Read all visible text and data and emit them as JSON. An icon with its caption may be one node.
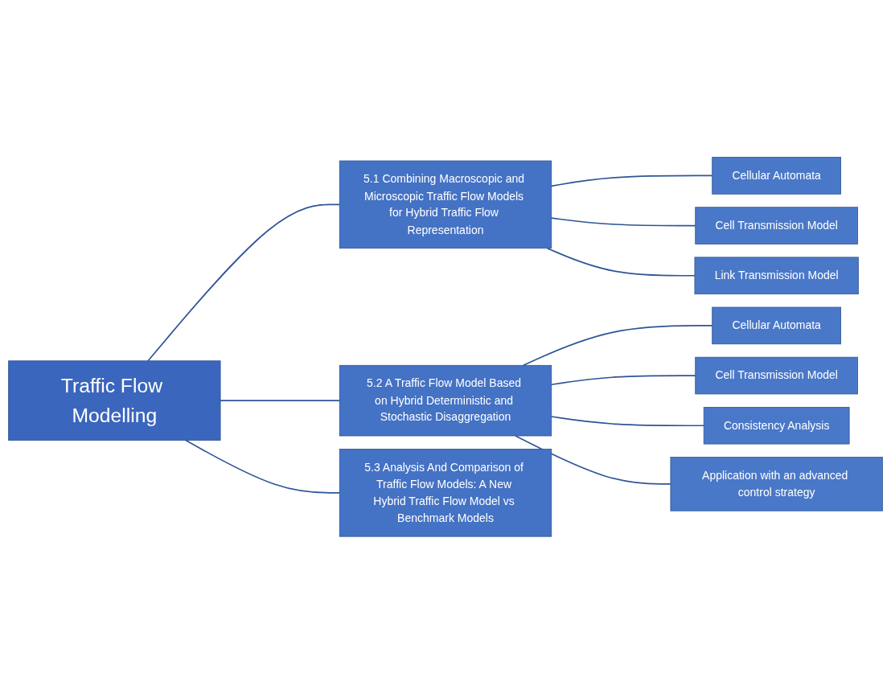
{
  "diagram": {
    "nodes": [
      {
        "text": [
          "Traffic Flow Modelling"
        ]
      },
      {
        "text": [
          "5.1 Combining Macroscopic and Microscopic Traffic Flow Models for Hybrid Traffic Flow Representation"
        ]
      },
      {
        "text": [
          "Cellular Automata"
        ]
      },
      {
        "text": [
          "Cell Transmission Model"
        ]
      },
      {
        "text": [
          "Link Transmission Model"
        ]
      },
      {
        "text": [
          "5.2 A Traffic Flow Model Based on Hybrid Deterministic and Stochastic Disaggregation"
        ]
      },
      {
        "text": [
          "Cellular Automata"
        ]
      },
      {
        "text": [
          "Cell Transmission Model"
        ]
      },
      {
        "text": [
          "Consistency Analysis"
        ]
      },
      {
        "text": [
          "Application with an advanced control strategy"
        ]
      },
      {
        "text": [
          "5.3 Analysis And Comparison of Traffic Flow Models: A New Hybrid Traffic Flow Model vs Benchmark Models"
        ]
      }
    ],
    "edges": [
      {
        "from": 0,
        "to": 1,
        "arrow": "none"
      },
      {
        "from": 0,
        "to": 5,
        "arrow": "none"
      },
      {
        "from": 0,
        "to": 10,
        "arrow": "none"
      },
      {
        "from": 1,
        "to": 2,
        "arrow": "none"
      },
      {
        "from": 1,
        "to": 3,
        "arrow": "none"
      },
      {
        "from": 1,
        "to": 4,
        "arrow": "none"
      },
      {
        "from": 5,
        "to": 6,
        "arrow": "none"
      },
      {
        "from": 5,
        "to": 7,
        "arrow": "none"
      },
      {
        "from": 5,
        "to": 8,
        "arrow": "none"
      },
      {
        "from": 5,
        "to": 9,
        "arrow": "none"
      }
    ]
  }
}
